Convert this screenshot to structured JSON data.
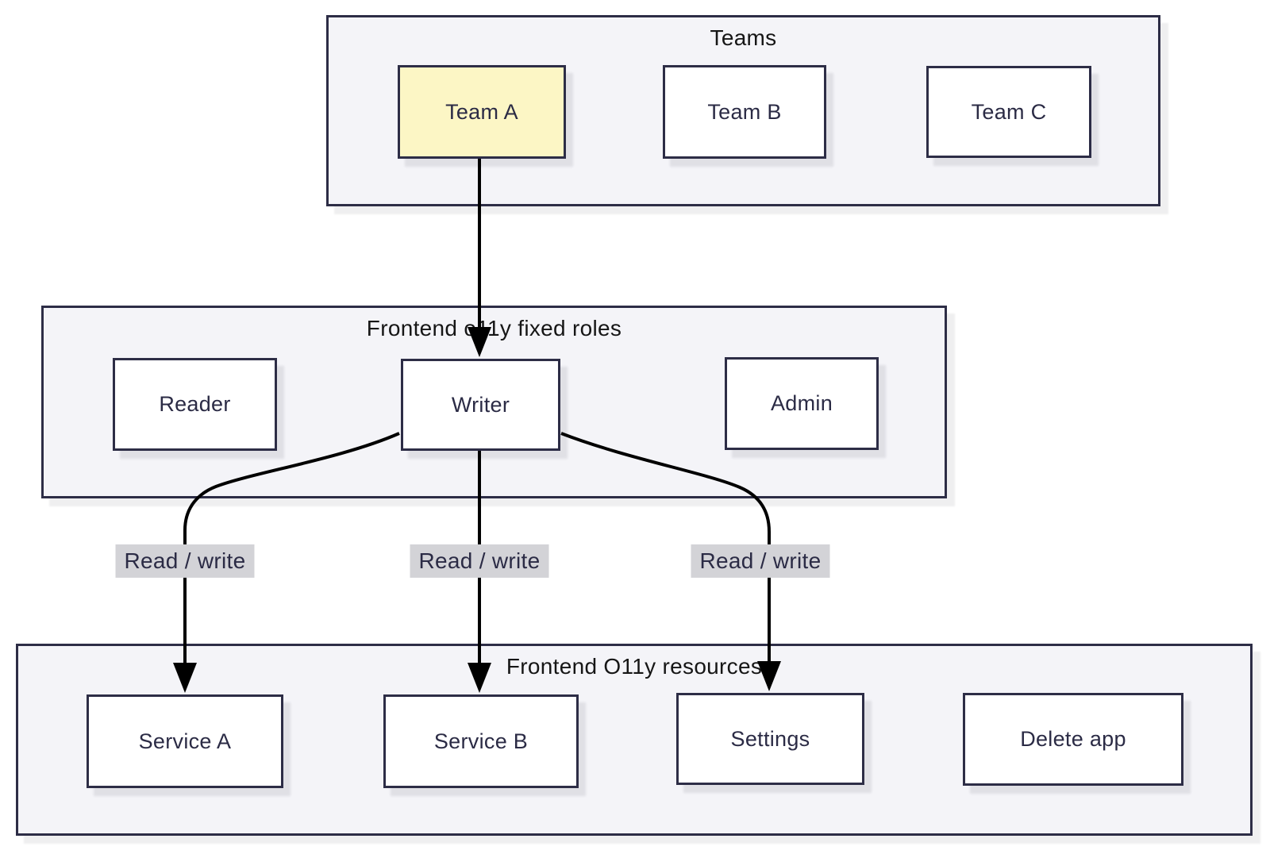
{
  "diagram": {
    "type": "flowchart",
    "clusters": [
      {
        "id": "teams",
        "title": "Teams"
      },
      {
        "id": "roles",
        "title": "Frontend o11y fixed roles"
      },
      {
        "id": "resources",
        "title": "Frontend O11y resources"
      }
    ],
    "nodes": [
      {
        "id": "team-a",
        "label": "Team A",
        "highlighted": true
      },
      {
        "id": "team-b",
        "label": "Team B",
        "highlighted": false
      },
      {
        "id": "team-c",
        "label": "Team C",
        "highlighted": false
      },
      {
        "id": "reader",
        "label": "Reader",
        "highlighted": false
      },
      {
        "id": "writer",
        "label": "Writer",
        "highlighted": false
      },
      {
        "id": "admin",
        "label": "Admin",
        "highlighted": false
      },
      {
        "id": "service-a",
        "label": "Service A",
        "highlighted": false
      },
      {
        "id": "service-b",
        "label": "Service B",
        "highlighted": false
      },
      {
        "id": "settings",
        "label": "Settings",
        "highlighted": false
      },
      {
        "id": "delete-app",
        "label": "Delete app",
        "highlighted": false
      }
    ],
    "edges": [
      {
        "from": "Team A",
        "to": "Writer"
      },
      {
        "from": "Writer",
        "to": "Service A",
        "label": "Read / write"
      },
      {
        "from": "Writer",
        "to": "Service B",
        "label": "Read / write"
      },
      {
        "from": "Writer",
        "to": "Settings",
        "label": "Read / write"
      }
    ],
    "colors": {
      "highlight_node_fill": "#fcf6c5",
      "node_fill": "#ffffff",
      "node_border": "#2d2d46",
      "cluster_fill": "#f4f4f8",
      "cluster_border": "#2d2d46",
      "edge": "#000000",
      "edge_label_bg": "#d3d3d7",
      "node_text": "#2b2b45",
      "cluster_title_text": "#161616"
    }
  }
}
